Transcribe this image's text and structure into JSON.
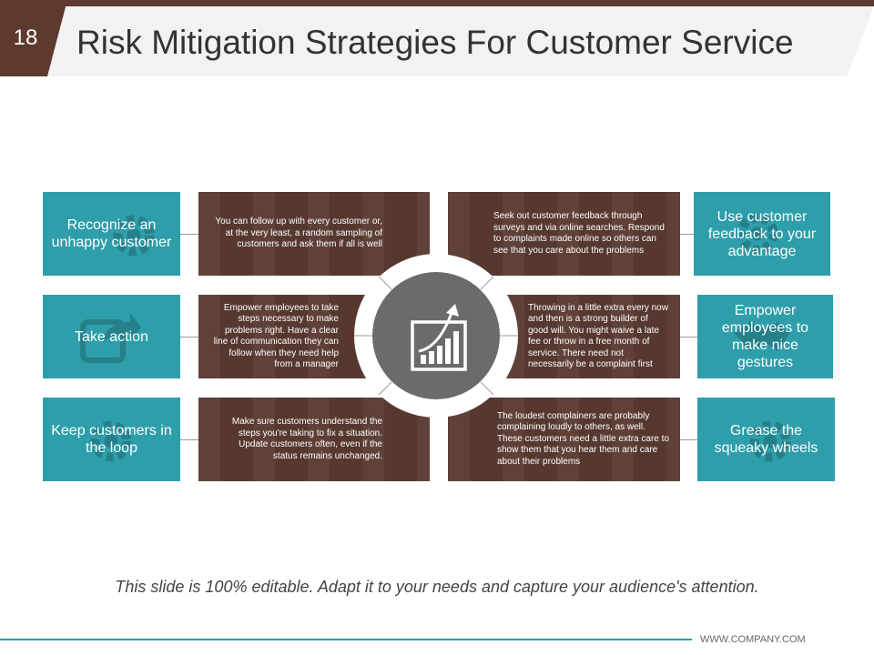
{
  "slide": {
    "number": "18",
    "title": "Risk Mitigation Strategies For Customer Service"
  },
  "strategies": {
    "recognize": {
      "label": "Recognize an unhappy customer",
      "text": "You can follow up with every customer or, at the very least, a random sampling of customers and ask them if all is well"
    },
    "take_action": {
      "label": "Take action",
      "text": "Empower employees to take steps necessary to make problems right. Have a clear line of communication they can follow when they need help from a manager"
    },
    "keep_loop": {
      "label": "Keep customers in the loop",
      "text": "Make sure customers understand the steps you're taking to fix a situation. Update customers often, even if the status remains unchanged."
    },
    "feedback": {
      "label": "Use customer feedback to your advantage",
      "text": "Seek out customer feedback through surveys and via online searches. Respond to complaints made online so others can see that you care about the problems"
    },
    "gestures": {
      "label": "Empower employees to make nice gestures",
      "text": "Throwing in a little extra every now and then is a strong builder of good will. You might waive a late fee or throw in a free month of service. There need not necessarily be a complaint first"
    },
    "squeaky": {
      "label": "Grease the squeaky wheels",
      "text": "The loudest complainers are probably complaining loudly to others, as well. These customers need a little extra care to show them that you hear them and care about their problems"
    }
  },
  "footer": {
    "note": "This slide is 100% editable. Adapt it to your needs and capture your audience's attention.",
    "url": "WWW.COMPANY.COM"
  },
  "colors": {
    "brown": "#5e3a2e",
    "teal": "#2e9eaa",
    "hub": "#6b6b6b"
  },
  "icons": {
    "center": "growth-chart-icon",
    "recognize": "gear-icon",
    "take_action": "share-arrow-icon",
    "keep_loop": "gear-icon",
    "feedback": "gear-icon",
    "gestures": "handshake-icon",
    "squeaky": "gear-icon"
  }
}
